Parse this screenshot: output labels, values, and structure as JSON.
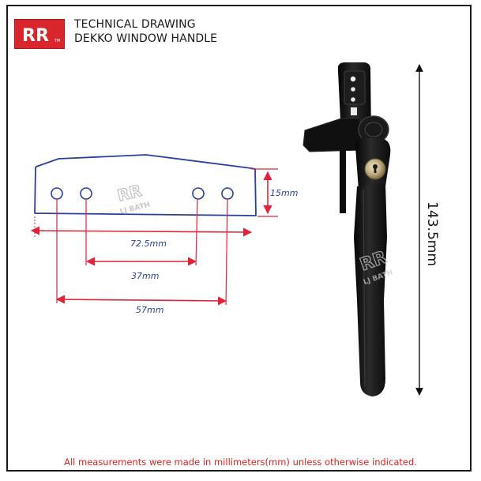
{
  "header": {
    "logo_letters": "RR",
    "logo_mark": "TM",
    "title_line1": "TECHNICAL DRAWING",
    "title_line2": "DEKKO WINDOW HANDLE"
  },
  "plate_dimensions": {
    "height": "15mm",
    "overall_width": "72.5mm",
    "inner_hole_spacing": "37mm",
    "outer_hole_spacing": "57mm"
  },
  "handle_dimensions": {
    "length": "143.5mm"
  },
  "watermark": {
    "letters": "RR",
    "brand": "LJ BATH"
  },
  "footer": {
    "note": "All measurements were made in millimeters(mm) unless otherwise indicated."
  },
  "colors": {
    "brand_red": "#d9262c",
    "sketch_blue": "#2a3f9e",
    "dimension_red": "#e0243a",
    "note_red": "#e02020",
    "handle_black": "#141414",
    "lock_brass": "#b9a57a"
  }
}
